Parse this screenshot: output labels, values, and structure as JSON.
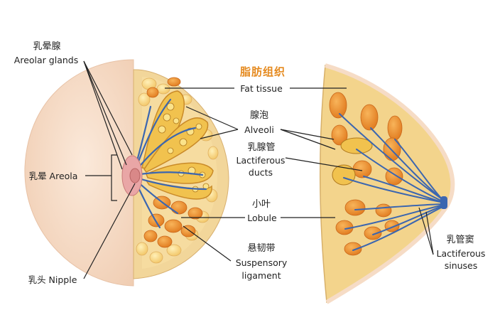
{
  "labels": {
    "areolar_glands_cn": "乳晕腺",
    "areolar_glands_en": "Areolar glands",
    "areola": "乳晕 Areola",
    "nipple": "乳头 Nipple",
    "title_cn": "脂肪组织",
    "fat_tissue": "Fat tissue",
    "alveoli_cn": "腺泡",
    "alveoli_en": "Alveoli",
    "ducts_cn": "乳腺管",
    "ducts_en_1": "Lactiferous",
    "ducts_en_2": "ducts",
    "lobule_cn": "小叶",
    "lobule_en": "Lobule",
    "ligament_cn": "悬韧带",
    "ligament_en_1": "Suspensory",
    "ligament_en_2": "ligament",
    "sinuses_cn": "乳管窦",
    "sinuses_en_1": "Lactiferous",
    "sinuses_en_2": "sinuses"
  },
  "colors": {
    "skin": "#f6dcc6",
    "fat": "#f3d48c",
    "lobule": "#ee8f2a",
    "duct": "#3b66b0",
    "areola": "#e9a6a6",
    "title": "#e58a1f"
  }
}
